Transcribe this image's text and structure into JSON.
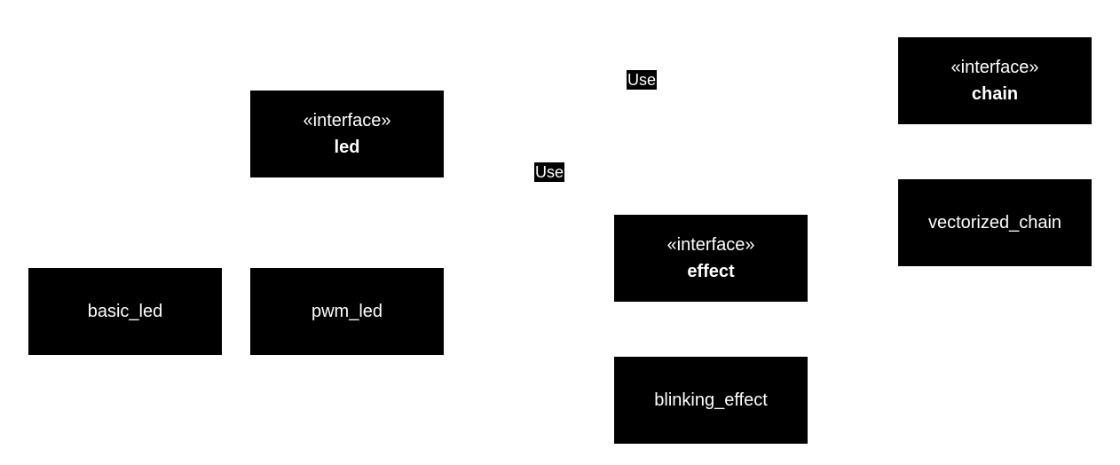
{
  "nodes": {
    "led": {
      "stereotype": "«interface»",
      "name": "led"
    },
    "chain": {
      "stereotype": "«interface»",
      "name": "chain"
    },
    "effect": {
      "stereotype": "«interface»",
      "name": "effect"
    },
    "vectorized_chain": {
      "name": "vectorized_chain"
    },
    "basic_led": {
      "name": "basic_led"
    },
    "pwm_led": {
      "name": "pwm_led"
    },
    "blinking_effect": {
      "name": "blinking_effect"
    }
  },
  "edge_labels": [
    "Use",
    "Use"
  ],
  "colors": {
    "node_fill": "#000000",
    "node_text": "#ffffff",
    "background": "#ffffff"
  }
}
